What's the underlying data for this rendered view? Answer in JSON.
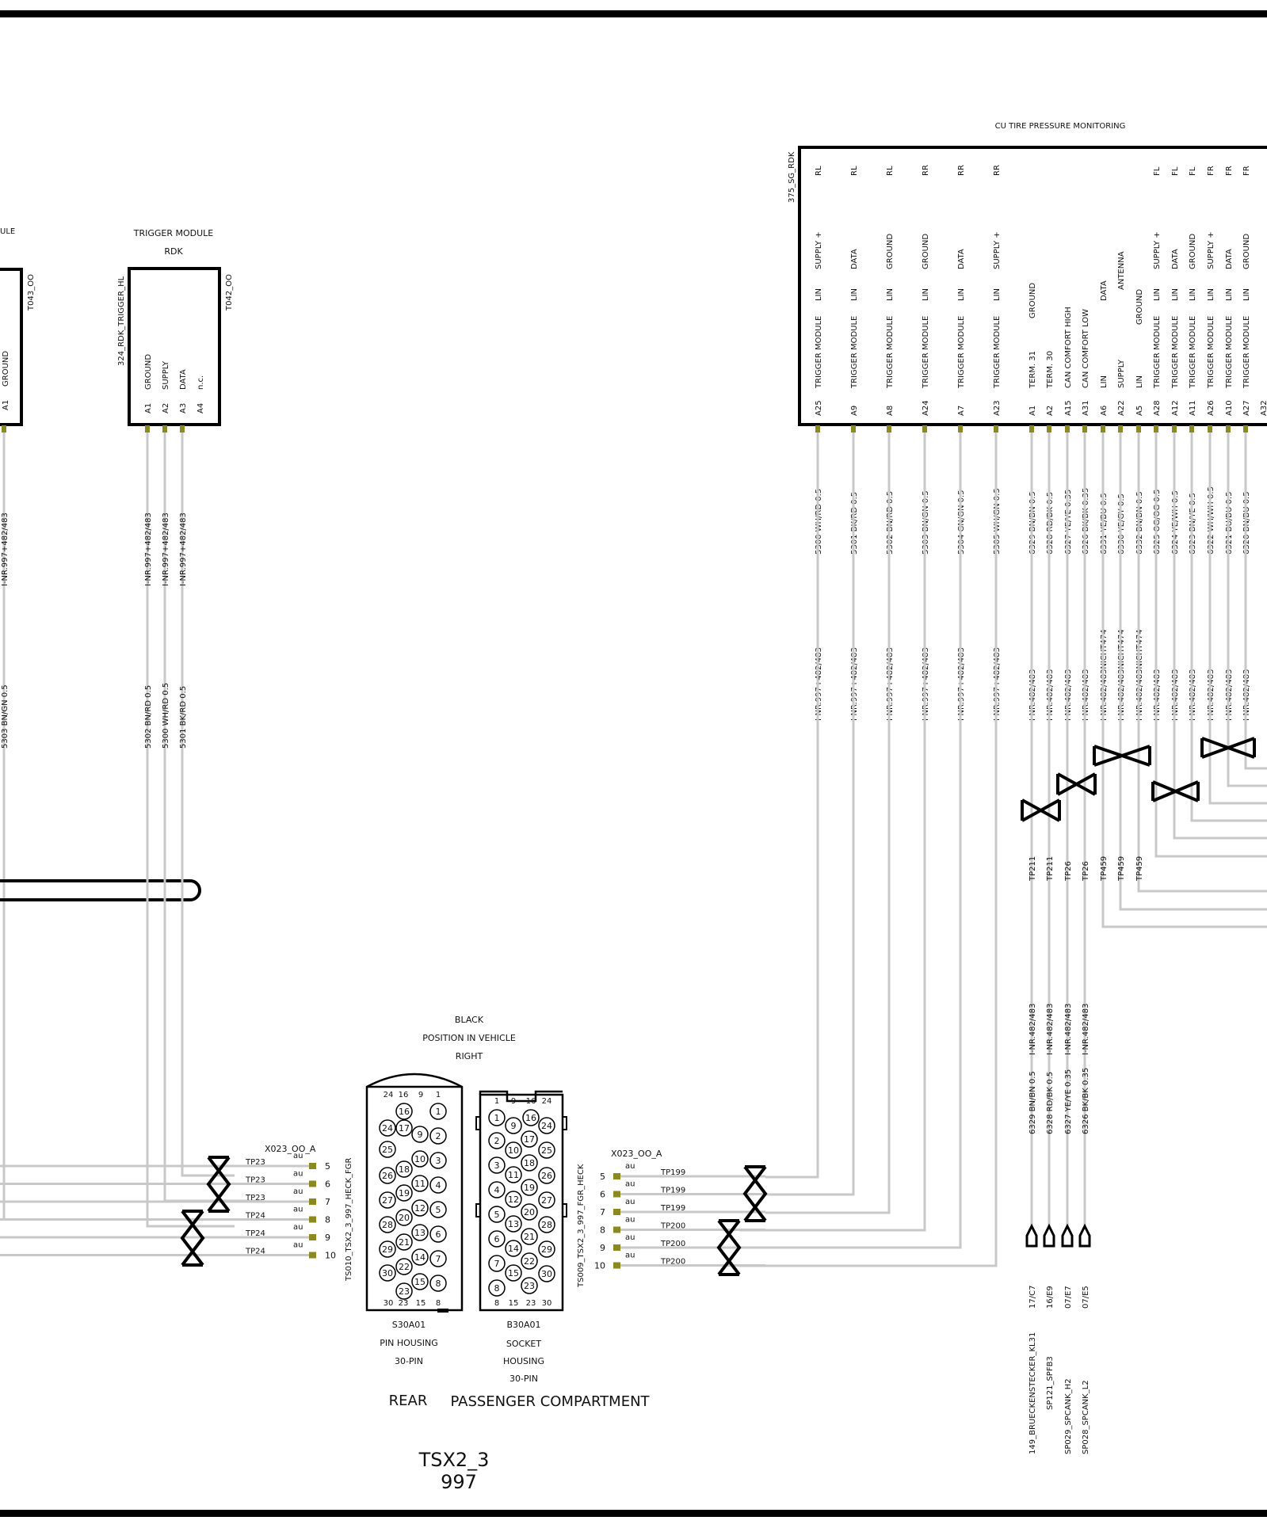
{
  "footer": {
    "title": "TSX2_3",
    "code": "997"
  },
  "left_module": {
    "id": "T043_OO",
    "title_fragment": "ULE",
    "pin": "A1",
    "pin_label": "GROUND",
    "wire_top": "I-NR.997+482/483",
    "wire_bottom": "5303 BN/GN 0.5"
  },
  "trigger_module": {
    "title": "TRIGGER MODULE",
    "subtitle": "RDK",
    "side_id": "324_RDK_TRIGGER_HL",
    "id": "T042_OO",
    "pins": [
      {
        "pin": "A1",
        "label": "GROUND",
        "wire_top": "I-NR.997+482/483",
        "wire_bottom": "5302 BN/RD 0.5"
      },
      {
        "pin": "A2",
        "label": "SUPPLY",
        "wire_top": "I-NR.997+482/483",
        "wire_bottom": "5300 WH/RD 0.5"
      },
      {
        "pin": "A3",
        "label": "DATA",
        "wire_top": "I-NR.997+482/483",
        "wire_bottom": "5301 BK/RD 0.5"
      },
      {
        "pin": "A4",
        "label": "n.c.",
        "wire_top": "",
        "wire_bottom": ""
      }
    ]
  },
  "cu_module": {
    "title": "CU TIRE PRESSURE MONITORING",
    "side_id": "375_SG_RDK",
    "pins": [
      {
        "pin": "A25",
        "pos": "RL",
        "desc": "TRIGGER MODULE",
        "lin": "LIN",
        "func": "SUPPLY +",
        "wire": "5300 WH/RD 0.5",
        "nr": "I-NR.997+482/483"
      },
      {
        "pin": "A9",
        "pos": "RL",
        "desc": "TRIGGER MODULE",
        "lin": "LIN",
        "func": "DATA",
        "wire": "5301 BK/RD 0.5",
        "nr": "I-NR.997+482/483"
      },
      {
        "pin": "A8",
        "pos": "RL",
        "desc": "TRIGGER MODULE",
        "lin": "LIN",
        "func": "GROUND",
        "wire": "5302 BN/RD 0.5",
        "nr": "I-NR.997+482/483"
      },
      {
        "pin": "A24",
        "pos": "RR",
        "desc": "TRIGGER MODULE",
        "lin": "LIN",
        "func": "GROUND",
        "wire": "5303 BN/GN 0.5",
        "nr": "I-NR.997+482/483"
      },
      {
        "pin": "A7",
        "pos": "RR",
        "desc": "TRIGGER MODULE",
        "lin": "LIN",
        "func": "DATA",
        "wire": "5304 GN/GN 0.5",
        "nr": "I-NR.997+482/483"
      },
      {
        "pin": "A23",
        "pos": "RR",
        "desc": "TRIGGER MODULE",
        "lin": "LIN",
        "func": "SUPPLY +",
        "wire": "5305 WH/GN 0.5",
        "nr": "I-NR.997+482/483"
      },
      {
        "pin": "A1",
        "pos": "",
        "desc": "TERM. 31",
        "lin": "",
        "func": "GROUND",
        "wire": "6329 BN/BN 0.5",
        "nr": "I-NR.482/483"
      },
      {
        "pin": "A2",
        "pos": "",
        "desc": "TERM. 30",
        "lin": "",
        "func": "",
        "wire": "6328 RD/BK 0.5",
        "nr": "I-NR.482/483"
      },
      {
        "pin": "A15",
        "pos": "",
        "desc": "CAN COMFORT HIGH",
        "lin": "",
        "func": "",
        "wire": "6327 YE/YE 0.35",
        "nr": "I-NR.482/483"
      },
      {
        "pin": "A31",
        "pos": "",
        "desc": "CAN COMFORT LOW",
        "lin": "",
        "func": "",
        "wire": "6326 BK/BK 0.35",
        "nr": "I-NR.482/483"
      },
      {
        "pin": "A6",
        "pos": "",
        "desc": "LIN",
        "lin": "",
        "func": "DATA",
        "wire": "6331 YE/BU 0.5",
        "nr": "I-NR.482/483NICHT474"
      },
      {
        "pin": "A22",
        "pos": "",
        "desc": "SUPPLY",
        "lin": "",
        "func": "ANTENNA",
        "wire": "6330 YE/GY 0.5",
        "nr": "I-NR.482/483NICHT474"
      },
      {
        "pin": "A5",
        "pos": "",
        "desc": "LIN",
        "lin": "",
        "func": "GROUND",
        "wire": "6332 BN/BN 0.5",
        "nr": "I-NR.482/483NICHT474"
      },
      {
        "pin": "A28",
        "pos": "FL",
        "desc": "TRIGGER MODULE",
        "lin": "LIN",
        "func": "SUPPLY +",
        "wire": "6325 OG/OG 0.5",
        "nr": "I-NR.482/483"
      },
      {
        "pin": "A12",
        "pos": "FL",
        "desc": "TRIGGER MODULE",
        "lin": "LIN",
        "func": "DATA",
        "wire": "6324 YE/WH 0.5",
        "nr": "I-NR.482/483"
      },
      {
        "pin": "A11",
        "pos": "FL",
        "desc": "TRIGGER MODULE",
        "lin": "LIN",
        "func": "GROUND",
        "wire": "6323 BN/YE 0.5",
        "nr": "I-NR.482/483"
      },
      {
        "pin": "A26",
        "pos": "FR",
        "desc": "TRIGGER MODULE",
        "lin": "LIN",
        "func": "SUPPLY +",
        "wire": "6322 WH/WH 0.5",
        "nr": "I-NR.482/483"
      },
      {
        "pin": "A10",
        "pos": "FR",
        "desc": "TRIGGER MODULE",
        "lin": "LIN",
        "func": "DATA",
        "wire": "6321 BU/BU 0.5",
        "nr": "I-NR.482/483"
      },
      {
        "pin": "A27",
        "pos": "FR",
        "desc": "TRIGGER MODULE",
        "lin": "LIN",
        "func": "GROUND",
        "wire": "6320 BN/BU 0.5",
        "nr": "I-NR.482/483"
      },
      {
        "pin": "A32",
        "pos": "",
        "desc": "",
        "lin": "",
        "func": "",
        "wire": "",
        "nr": ""
      }
    ]
  },
  "tp_labels": [
    "TP211",
    "TP211",
    "TP26",
    "TP26",
    "TP459",
    "TP459",
    "TP459"
  ],
  "lower_wires": [
    {
      "nr": "I-NR.482/483",
      "wire": "6329 BN/BN 0.5",
      "ref": "17/C7",
      "dest": "149_BRUECKENSTECKER_KL31"
    },
    {
      "nr": "I-NR.482/483",
      "wire": "6328 RD/BK 0.5",
      "ref": "16/E9",
      "dest": "SP121_SPFB3"
    },
    {
      "nr": "I-NR.482/483",
      "wire": "6327 YE/YE 0.35",
      "ref": "07/E7",
      "dest": "SP029_SPCANK_H2"
    },
    {
      "nr": "I-NR.482/483",
      "wire": "6326 BK/BK 0.35",
      "ref": "07/E5",
      "dest": "SP028_SPCANK_L2"
    }
  ],
  "left_connector": {
    "id": "X023_OO_A",
    "side_id": "TS010_TSX2_3_997_HECK_FGR",
    "rows": [
      {
        "tp": "TP23",
        "au": "au",
        "num": "5"
      },
      {
        "tp": "TP23",
        "au": "au",
        "num": "6"
      },
      {
        "tp": "TP23",
        "au": "au",
        "num": "7"
      },
      {
        "tp": "TP24",
        "au": "au",
        "num": "8"
      },
      {
        "tp": "TP24",
        "au": "au",
        "num": "9"
      },
      {
        "tp": "TP24",
        "au": "au",
        "num": "10"
      }
    ]
  },
  "right_connector": {
    "id": "X023_OO_A",
    "side_id": "TS009_TSX2_3_997_FGR_HECK",
    "rows": [
      {
        "tp": "TP199",
        "au": "au",
        "num": "5"
      },
      {
        "tp": "TP199",
        "au": "au",
        "num": "6"
      },
      {
        "tp": "TP199",
        "au": "au",
        "num": "7"
      },
      {
        "tp": "TP200",
        "au": "au",
        "num": "8"
      },
      {
        "tp": "TP200",
        "au": "au",
        "num": "9"
      },
      {
        "tp": "TP200",
        "au": "au",
        "num": "10"
      }
    ]
  },
  "housing_info": {
    "color": "BLACK",
    "position_label": "POSITION IN VEHICLE",
    "position": "RIGHT"
  },
  "pin_housing": {
    "id": "S30A01",
    "line1": "PIN HOUSING",
    "line2": "30-PIN",
    "location": "REAR",
    "top_nums": [
      "24",
      "16",
      "9",
      "1"
    ],
    "bottom_nums": [
      "30",
      "23",
      "15",
      "8"
    ]
  },
  "socket_housing": {
    "id": "B30A01",
    "line1": "SOCKET",
    "line2": "HOUSING",
    "line3": "30-PIN",
    "location": "PASSENGER COMPARTMENT",
    "top_nums": [
      "1",
      "9",
      "16",
      "24"
    ],
    "bottom_nums": [
      "8",
      "15",
      "23",
      "30"
    ]
  },
  "pin_numbers": {
    "pin_housing": [
      [
        "16",
        "1"
      ],
      [
        "24",
        "17",
        "9",
        "2"
      ],
      [
        "25",
        "10",
        "3"
      ],
      [
        "26",
        "18",
        "11",
        "4"
      ],
      [
        "27",
        "19",
        "12",
        "5"
      ],
      [
        "28",
        "20",
        "13",
        "6"
      ],
      [
        "29",
        "21",
        "14",
        "7"
      ],
      [
        "30",
        "22",
        "15",
        "8"
      ],
      [
        "23"
      ]
    ],
    "socket_housing": [
      [
        "1",
        "16"
      ],
      [
        "2",
        "9",
        "17",
        "24"
      ],
      [
        "3",
        "10",
        "25"
      ],
      [
        "4",
        "11",
        "18",
        "26"
      ],
      [
        "5",
        "12",
        "19",
        "27"
      ],
      [
        "6",
        "13",
        "20",
        "28"
      ],
      [
        "7",
        "14",
        "21",
        "29"
      ],
      [
        "8",
        "15",
        "22",
        "30"
      ],
      [
        "23"
      ]
    ]
  }
}
